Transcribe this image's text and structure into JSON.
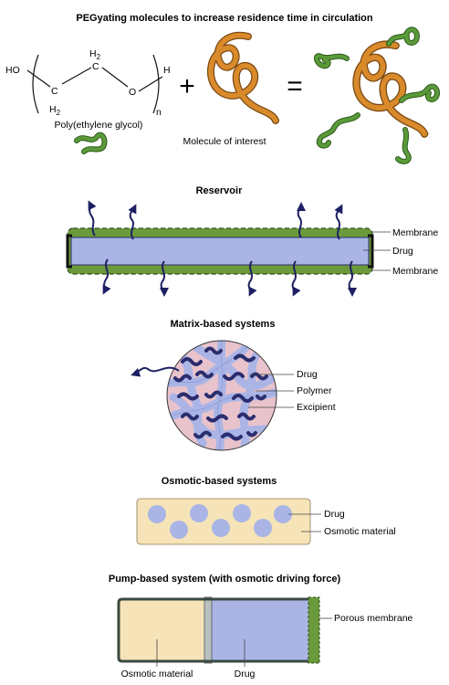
{
  "peg": {
    "title": "PEGyating molecules to increase residence time in circulation",
    "ho": "HO",
    "h_end": "H",
    "subscript_n": "n",
    "c": "C",
    "o": "O",
    "h2": "H",
    "h2_sub": "2",
    "plus": "+",
    "equals": "=",
    "peg_label": "Poly(ethylene glycol)",
    "molecule_label": "Molecule of interest"
  },
  "reservoir": {
    "title": "Reservoir",
    "labels": {
      "membrane_top": "Membrane",
      "drug": "Drug",
      "membrane_bottom": "Membrane"
    }
  },
  "matrix": {
    "title": "Matrix-based systems",
    "labels": {
      "drug": "Drug",
      "polymer": "Polymer",
      "excipient": "Excipient"
    }
  },
  "osmotic": {
    "title": "Osmotic-based systems",
    "labels": {
      "drug": "Drug",
      "osmotic_material": "Osmotic material"
    }
  },
  "pump": {
    "title": "Pump-based system (with osmotic driving force)",
    "labels": {
      "porous_membrane": "Porous membrane",
      "osmotic_material": "Osmotic material",
      "drug": "Drug"
    }
  },
  "colors": {
    "membrane_green": "#6a9a3c",
    "drug_blue": "#aab5e6",
    "excipient_pink": "#e9c3cc",
    "osmotic_tan": "#f6e4b8",
    "molecule_orange": "#d98a2b",
    "arrow_navy": "#1f2063",
    "peg_green": "#5a9a3a"
  }
}
